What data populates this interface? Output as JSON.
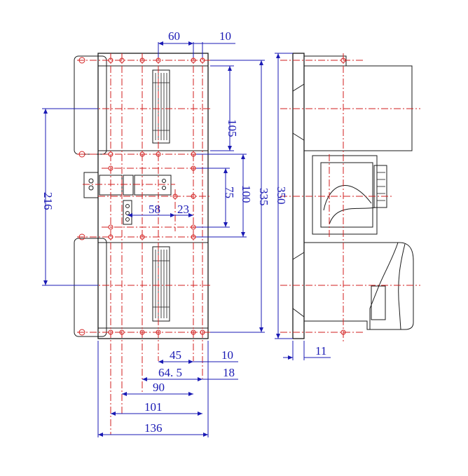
{
  "dimensions": {
    "top_60": "60",
    "top_10": "10",
    "side_105": "105",
    "side_216": "216",
    "side_75": "75",
    "side_100": "100",
    "side_335": "335",
    "side_350": "350",
    "mid_58": "58",
    "mid_23": "23",
    "bottom_45": "45",
    "bottom_10": "10",
    "bottom_64_5": "64. 5",
    "bottom_18": "18",
    "bottom_90": "90",
    "bottom_101": "101",
    "bottom_136": "136",
    "side_11": "11"
  },
  "colors": {
    "outline": "#1a1a1a",
    "centerline": "#d21e1e",
    "dimension": "#1a1ab4"
  }
}
